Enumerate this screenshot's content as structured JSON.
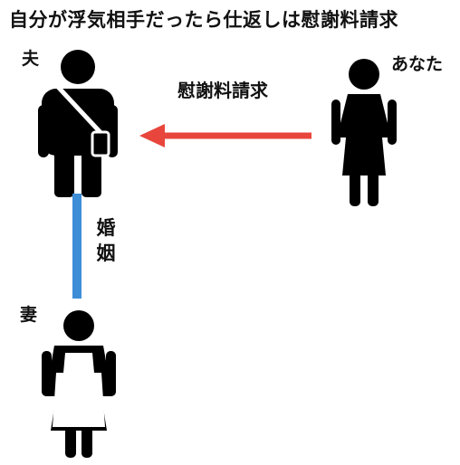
{
  "title": "自分が浮気相手だったら仕返しは慰謝料請求",
  "people": {
    "husband": "夫",
    "wife": "妻",
    "you": "あなた"
  },
  "relations": {
    "claim": "慰謝料請求",
    "marriage": "婚姻"
  },
  "colors": {
    "figure": "#000000",
    "claim_arrow": "#e8463c",
    "marriage_line": "#3d8ed6"
  },
  "icons": {
    "husband": "man-with-bag-icon",
    "wife": "woman-with-apron-icon",
    "you": "woman-in-dress-icon"
  }
}
